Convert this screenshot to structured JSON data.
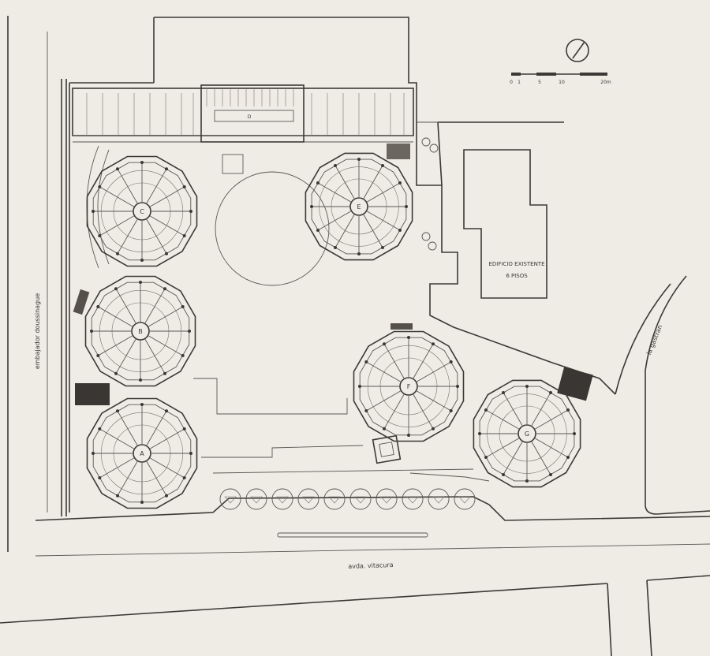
{
  "plan": {
    "pavilion_labels": [
      "A",
      "B",
      "C",
      "D",
      "E",
      "F",
      "G"
    ],
    "existing_building": {
      "line1": "EDIFICIO EXISTENTE",
      "line2": "6 PISOS"
    },
    "streets": {
      "bottom": "avda. vitacura",
      "left": "embajador doussinague",
      "right": "la gastran"
    },
    "scale_bar": {
      "ticks": [
        "0",
        "1",
        "5",
        "10",
        "20m"
      ]
    },
    "north_arrow": "north-arrow-icon",
    "colors": {
      "paper": "#efece6",
      "ink": "#3c3935",
      "dark_fill": "#3a3633"
    }
  }
}
